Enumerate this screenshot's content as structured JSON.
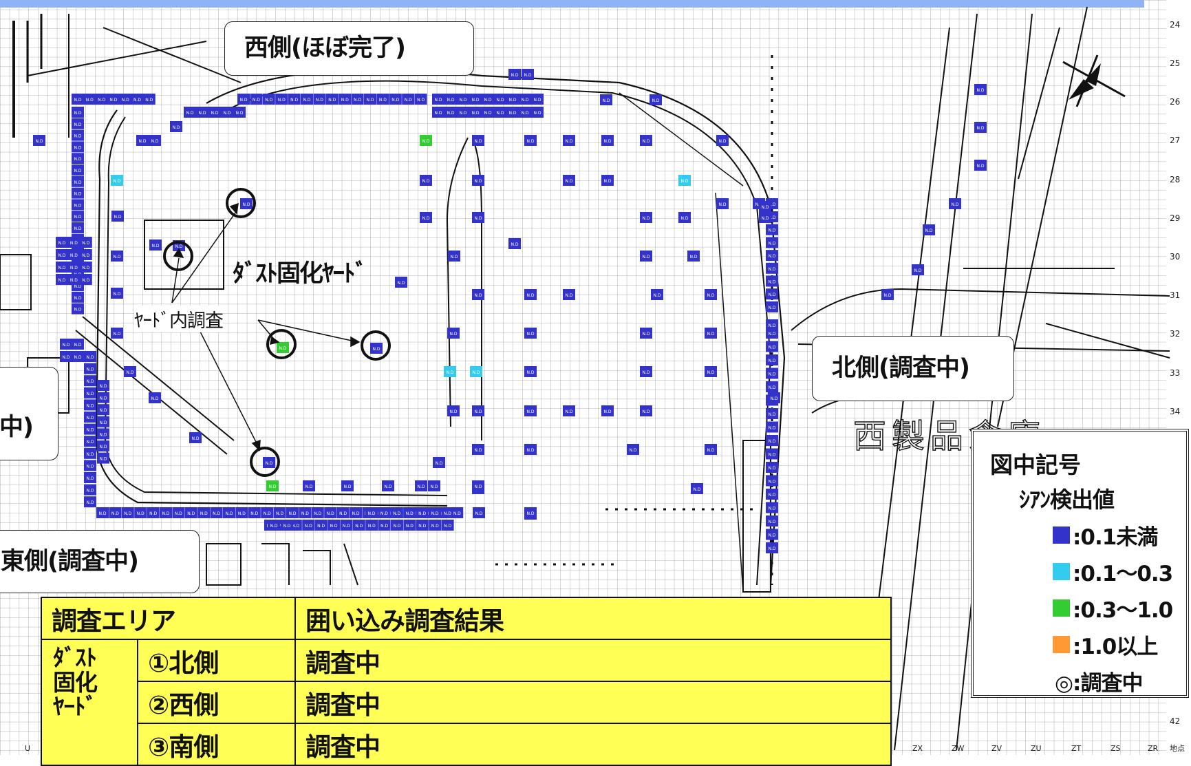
{
  "top_bar_color": "#8fb3f5",
  "grid": {
    "row_numbers": [
      "24",
      "25",
      "26",
      "27",
      "28",
      "29",
      "30",
      "31",
      "32",
      "33",
      "34",
      "42"
    ],
    "bottom_labels": [
      "U",
      "ZX",
      "ZW",
      "ZV",
      "ZU",
      "ZT",
      "ZS",
      "ZR",
      "地点"
    ]
  },
  "sample_label": "N.D",
  "callouts": {
    "west": "西側(ほぼ完了)",
    "north": "北側(調査中)",
    "east": "東側(調査中)",
    "partial_left": "中)"
  },
  "labels": {
    "dust_yard": "ﾀﾞｽﾄ固化ﾔｰﾄﾞ",
    "yard_survey": "ﾔｰﾄﾞ内調査",
    "warehouse_text": "西製品倉庫"
  },
  "compass_icon": "north-arrow-icon",
  "legend": {
    "title": "図中記号",
    "subtitle": "ｼｱﾝ検出値",
    "items": [
      {
        "color": "#3333cc",
        "label": ":0.1未満"
      },
      {
        "color": "#33ccee",
        "label": ":0.1～0.3"
      },
      {
        "color": "#33cc33",
        "label": ":0.3～1.0"
      },
      {
        "color": "#ff9933",
        "label": ":1.0以上"
      }
    ],
    "circle_item": "◎:調査中"
  },
  "table": {
    "header_area": "調査エリア",
    "header_result": "囲い込み調査結果",
    "group_label": "ﾀﾞｽﾄ\n固化\nﾔｰﾄﾞ",
    "rows": [
      {
        "area": "①北側",
        "result": "調査中"
      },
      {
        "area": "②西側",
        "result": "調査中"
      },
      {
        "area": "③南側",
        "result": "調査中"
      }
    ]
  }
}
